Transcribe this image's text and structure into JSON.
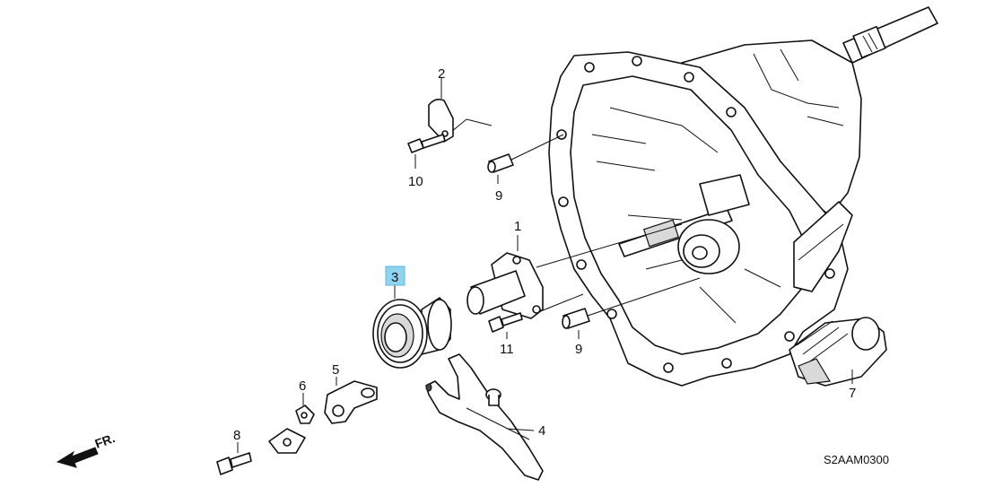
{
  "diagram": {
    "callouts": {
      "p1": "1",
      "p2": "2",
      "p3": "3",
      "p4": "4",
      "p5": "5",
      "p6": "6",
      "p7": "7",
      "p8": "8",
      "p9a": "9",
      "p9b": "9",
      "p10": "10",
      "p11": "11"
    },
    "highlighted_callout": "3",
    "highlight_color": "#8fd3ee",
    "direction_label": "FR.",
    "diagram_code": "S2AAM0300"
  }
}
